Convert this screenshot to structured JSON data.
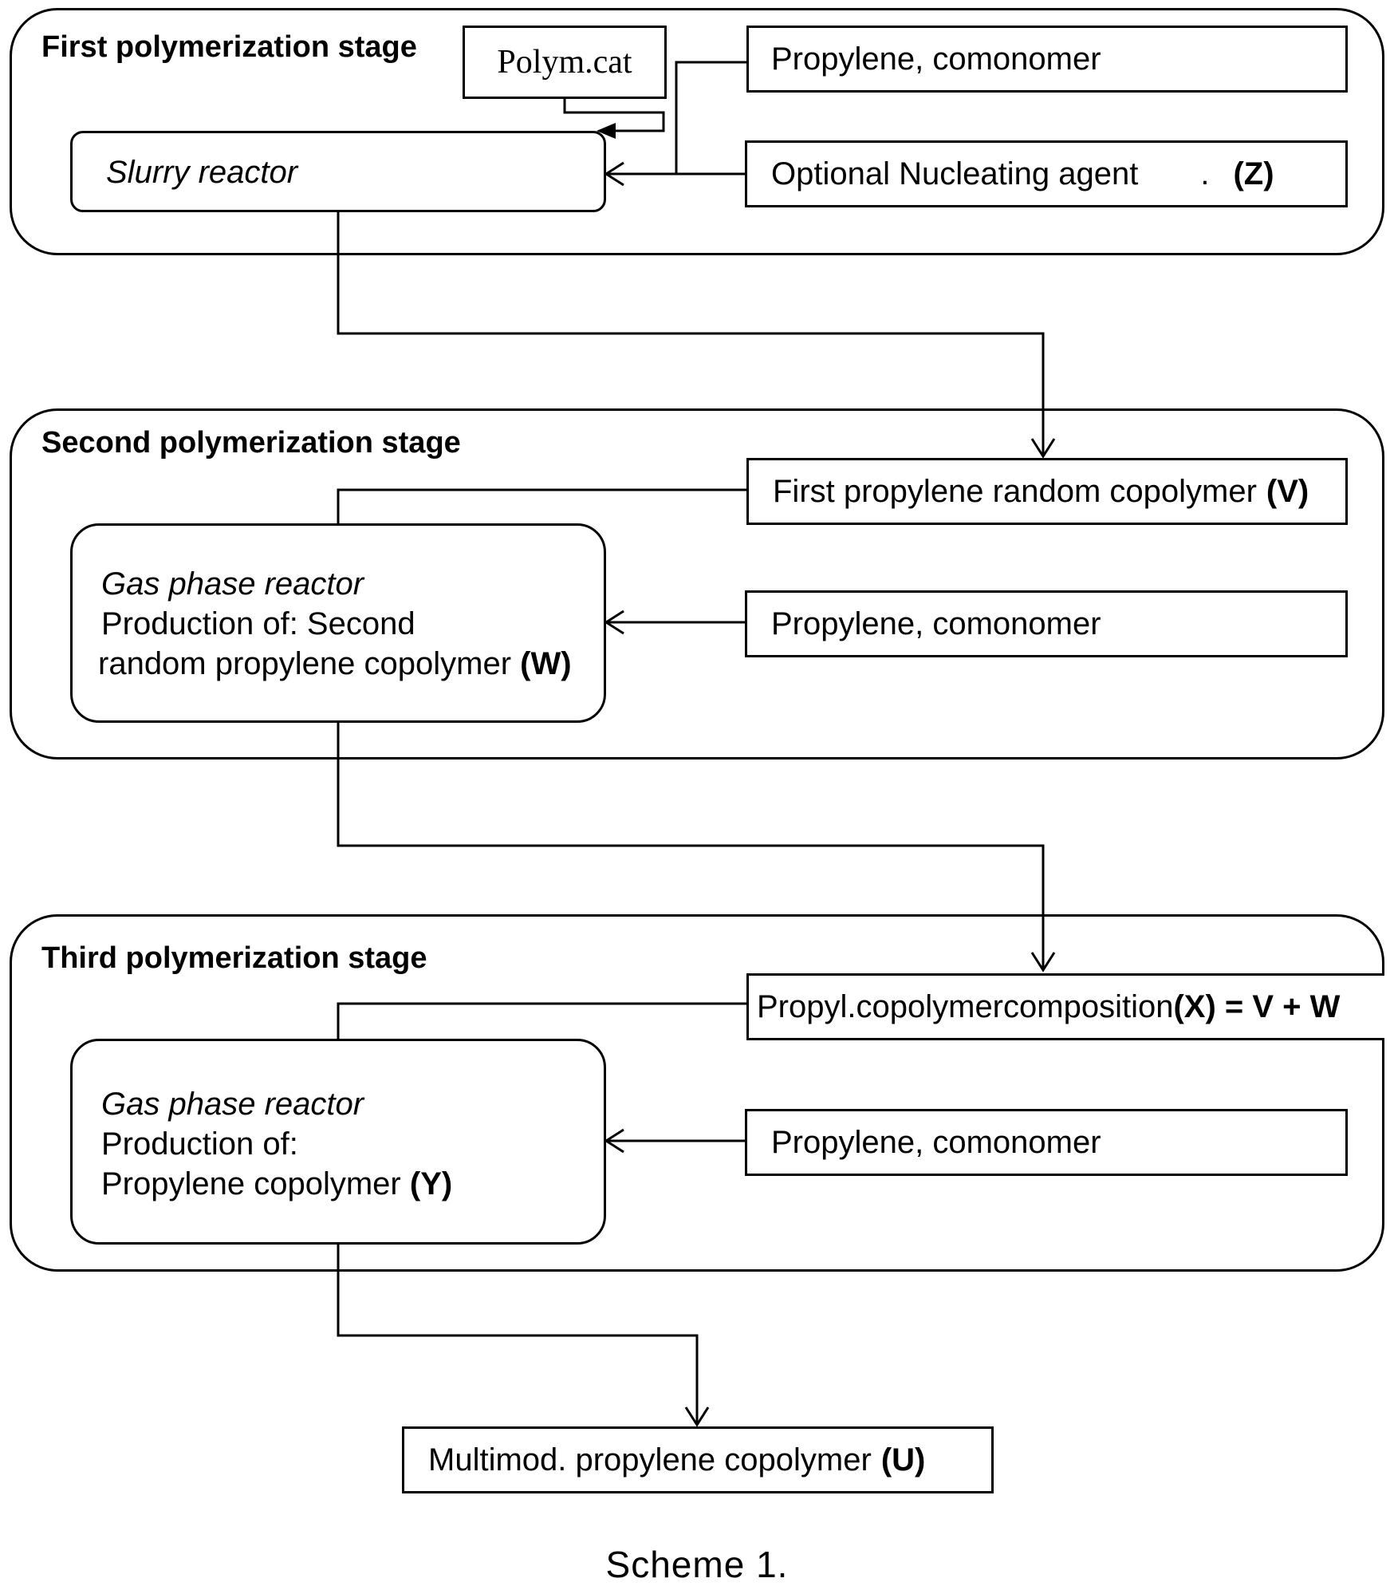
{
  "stages": [
    {
      "title": "First polymerization stage",
      "reactor": {
        "line1": "Slurry reactor"
      },
      "catalyst": "Polym.cat",
      "feeds": [
        {
          "text": "Propylene, comonomer"
        },
        {
          "text": "Optional Nucleating agent",
          "dot": ".",
          "code": "(Z)"
        }
      ]
    },
    {
      "title": "Second polymerization stage",
      "reactor": {
        "line1": "Gas phase reactor",
        "line2": "Production of: Second",
        "line3": "random propylene copolymer",
        "code": "(W)"
      },
      "feeds": [
        {
          "text": "First propylene random copolymer",
          "code": "(V)"
        },
        {
          "text": "Propylene, comonomer"
        }
      ]
    },
    {
      "title": "Third polymerization stage",
      "reactor": {
        "line1": "Gas phase reactor",
        "line2": "Production of:",
        "line3": "Propylene copolymer",
        "code": "(Y)"
      },
      "feeds": [
        {
          "text": "Propyl.copolymercomposition",
          "code": "(X) = V + W"
        },
        {
          "text": "Propylene, comonomer"
        }
      ]
    }
  ],
  "output": {
    "text": "Multimod. propylene copolymer",
    "code": "(U)"
  },
  "caption": "Scheme 1.",
  "colors": {
    "line": "#000000",
    "background": "#ffffff"
  }
}
